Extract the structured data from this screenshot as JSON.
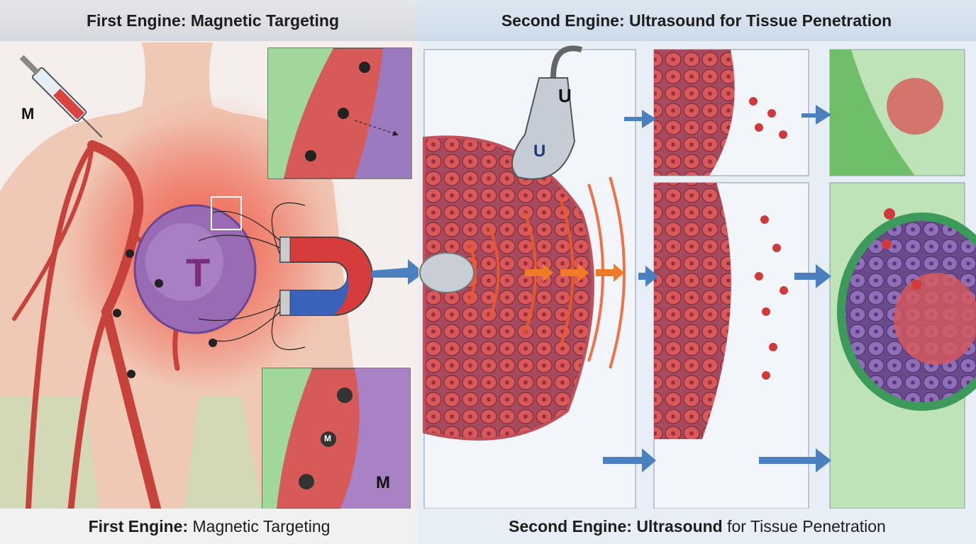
{
  "header": {
    "left_title": "First Engine: Magnetic Targeting",
    "right_title": "Second Engine: Ultrasound for Tissue Penetration"
  },
  "footer": {
    "left_bold": "First Engine:",
    "left_rest": " Magnetic Targeting",
    "right_bold1": "Second Engine:",
    "right_bold2": " Ultrasound",
    "right_rest": " for Tissue Penetration"
  },
  "labels": {
    "syringe_label": "M",
    "tumor_label": "T",
    "probe_label_top": "U",
    "probe_label_face": "U",
    "particle_label": "M",
    "inset_label": "M"
  },
  "colors": {
    "vessel": "#c8423c",
    "tumor": "#9a6bb5",
    "tissue_green": "#7cc47a",
    "magnet_red": "#d63c3c",
    "magnet_blue": "#3a62b8",
    "arrow_blue": "#4a7fc0",
    "ultrasound_wave": "#f05a28"
  }
}
